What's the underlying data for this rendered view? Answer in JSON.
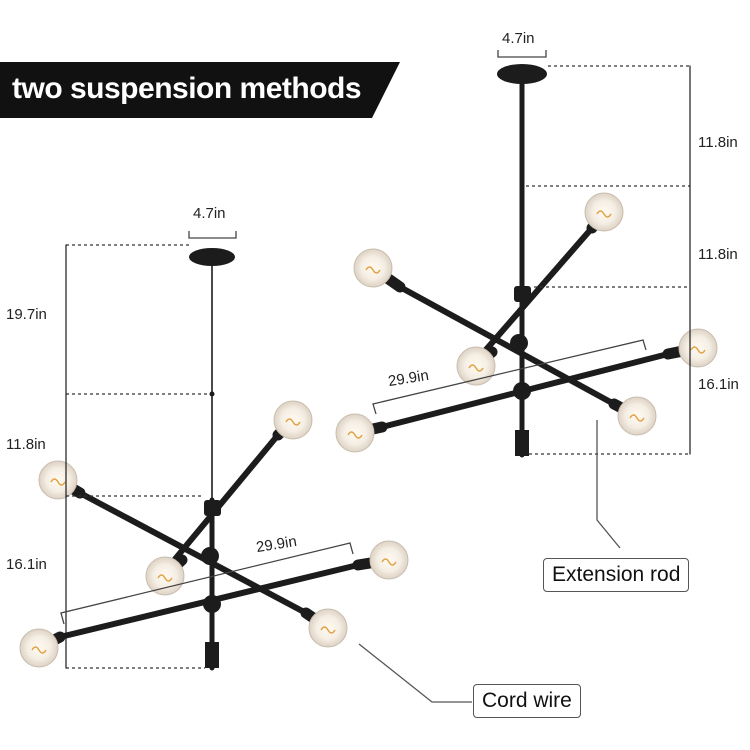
{
  "banner": {
    "title": "two suspension methods"
  },
  "rod_fixture": {
    "canopy_width": "4.7in",
    "dim_top": "11.8in",
    "dim_middle": "11.8in",
    "dim_bottom": "16.1in",
    "span": "29.9in",
    "callout": "Extension rod"
  },
  "cord_fixture": {
    "canopy_width": "4.7in",
    "dim_top": "19.7in",
    "dim_middle": "11.8in",
    "dim_bottom": "16.1in",
    "span": "29.9in",
    "callout": "Cord wire"
  },
  "colors": {
    "fixture": "#1c1c1c",
    "dashed_line": "#333333",
    "bulb_glass": "#f3ece3",
    "bulb_filament": "#e0a040",
    "banner_bg": "#111111",
    "banner_text": "#ffffff"
  }
}
